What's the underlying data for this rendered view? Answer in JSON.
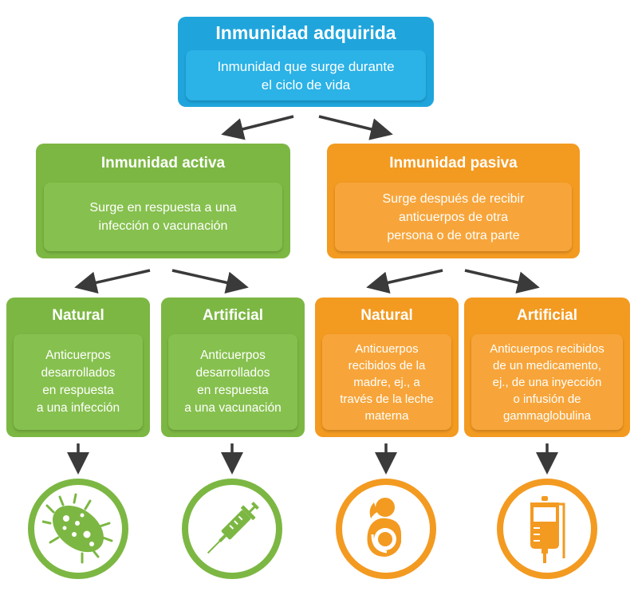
{
  "colors": {
    "blue": "#1fa5dc",
    "blue_inner": "#2bb2e6",
    "green": "#7cb743",
    "green_inner": "#86c04e",
    "orange": "#f39a21",
    "orange_inner": "#f7a53a",
    "arrow": "#3a3a3a"
  },
  "top": {
    "title": "Inmunidad adquirida",
    "text": "Inmunidad que surge durante\nel ciclo de vida"
  },
  "active": {
    "title": "Inmunidad activa",
    "text": "Surge en respuesta a una\ninfección o vacunación",
    "natural": {
      "title": "Natural",
      "text": "Anticuerpos\ndesarrollados\nen respuesta\na una infección",
      "icon": "bacteria-icon"
    },
    "artificial": {
      "title": "Artificial",
      "text": "Anticuerpos\ndesarrollados\nen respuesta\na una vacunación",
      "icon": "syringe-icon"
    }
  },
  "passive": {
    "title": "Inmunidad pasiva",
    "text": "Surge después de recibir\nanticuerpos de otra\npersona o de otra parte",
    "natural": {
      "title": "Natural",
      "text": "Anticuerpos\nrecibidos de la\nmadre, ej., a\ntravés de la leche\nmaterna",
      "icon": "breastfeeding-icon"
    },
    "artificial": {
      "title": "Artificial",
      "text": "Anticuerpos recibidos\nde un medicamento,\nej., de una inyección\no infusión de\ngammaglobulina",
      "icon": "iv-bag-icon"
    }
  }
}
